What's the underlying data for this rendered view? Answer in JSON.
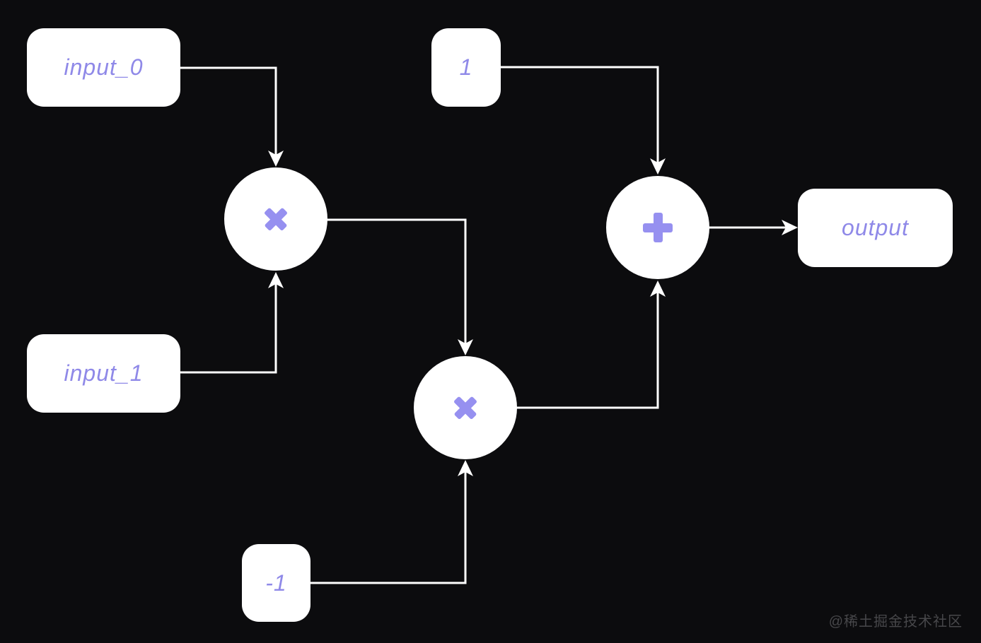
{
  "diagram": {
    "colors": {
      "background": "#0c0c0e",
      "node_fill": "#ffffff",
      "label": "#8f89e8",
      "symbol": "#9690f0",
      "edge": "#ffffff",
      "watermark": "#47474a"
    },
    "nodes": [
      {
        "id": "input_0",
        "type": "value",
        "label": "input_0"
      },
      {
        "id": "const_1",
        "type": "value",
        "label": "1"
      },
      {
        "id": "input_1",
        "type": "value",
        "label": "input_1"
      },
      {
        "id": "const_neg1",
        "type": "value",
        "label": "-1"
      },
      {
        "id": "multiply_0",
        "type": "operation",
        "operation": "multiply",
        "symbol": "×"
      },
      {
        "id": "multiply_1",
        "type": "operation",
        "operation": "multiply",
        "symbol": "×"
      },
      {
        "id": "add_0",
        "type": "operation",
        "operation": "add",
        "symbol": "+"
      },
      {
        "id": "output",
        "type": "value",
        "label": "output"
      }
    ],
    "edges": [
      {
        "from": "input_0",
        "to": "multiply_0"
      },
      {
        "from": "input_1",
        "to": "multiply_0"
      },
      {
        "from": "multiply_0",
        "to": "multiply_1"
      },
      {
        "from": "const_neg1",
        "to": "multiply_1"
      },
      {
        "from": "const_1",
        "to": "add_0"
      },
      {
        "from": "multiply_1",
        "to": "add_0"
      },
      {
        "from": "add_0",
        "to": "output"
      }
    ]
  },
  "watermark": {
    "text": "@稀土掘金技术社区"
  }
}
